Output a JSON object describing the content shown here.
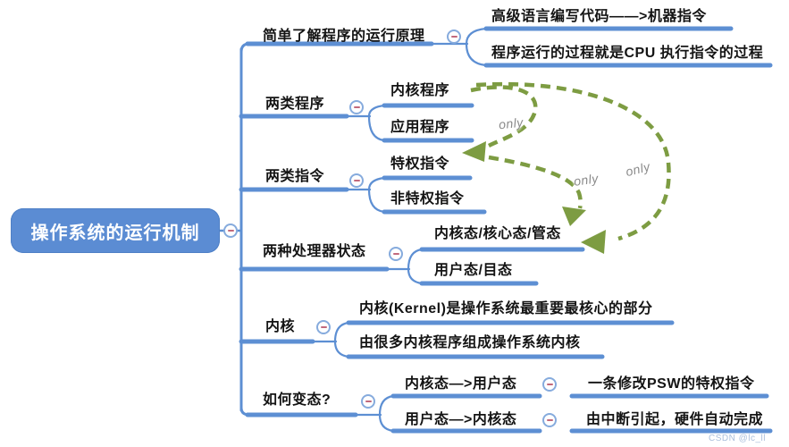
{
  "root": {
    "label": "操作系统的运行机制"
  },
  "branches": [
    {
      "label": "简单了解程序的运行原理",
      "children": [
        {
          "label": "高级语言编写代码——>机器指令"
        },
        {
          "label": "程序运行的过程就是CPU 执行指令的过程"
        }
      ]
    },
    {
      "label": "两类程序",
      "children": [
        {
          "label": "内核程序"
        },
        {
          "label": "应用程序"
        }
      ]
    },
    {
      "label": "两类指令",
      "children": [
        {
          "label": "特权指令"
        },
        {
          "label": "非特权指令"
        }
      ]
    },
    {
      "label": "两种处理器状态",
      "children": [
        {
          "label": "内核态/核心态/管态"
        },
        {
          "label": "用户态/目态"
        }
      ]
    },
    {
      "label": "内核",
      "children": [
        {
          "label": "内核(Kernel)是操作系统最重要最核心的部分"
        },
        {
          "label": "由很多内核程序组成操作系统内核"
        }
      ]
    },
    {
      "label": "如何变态?",
      "children": [
        {
          "label": "内核态—>用户态",
          "children": [
            {
              "label": "一条修改PSW的特权指令"
            }
          ]
        },
        {
          "label": "用户态—>内核态",
          "children": [
            {
              "label": "由中断引起，硬件自动完成"
            }
          ]
        }
      ]
    }
  ],
  "annotations": {
    "only_labels": [
      "only",
      "only",
      "only"
    ]
  },
  "watermark": {
    "text": "CSDN @lc_ll"
  },
  "colors": {
    "line_blue": "#5d8fd3",
    "root_bg": "#5b8cd3",
    "arrow_green": "#7d9c42",
    "minus_ring": "#86abdd",
    "minus_bar": "#c2697c",
    "only_gray": "#8a8a8a"
  }
}
